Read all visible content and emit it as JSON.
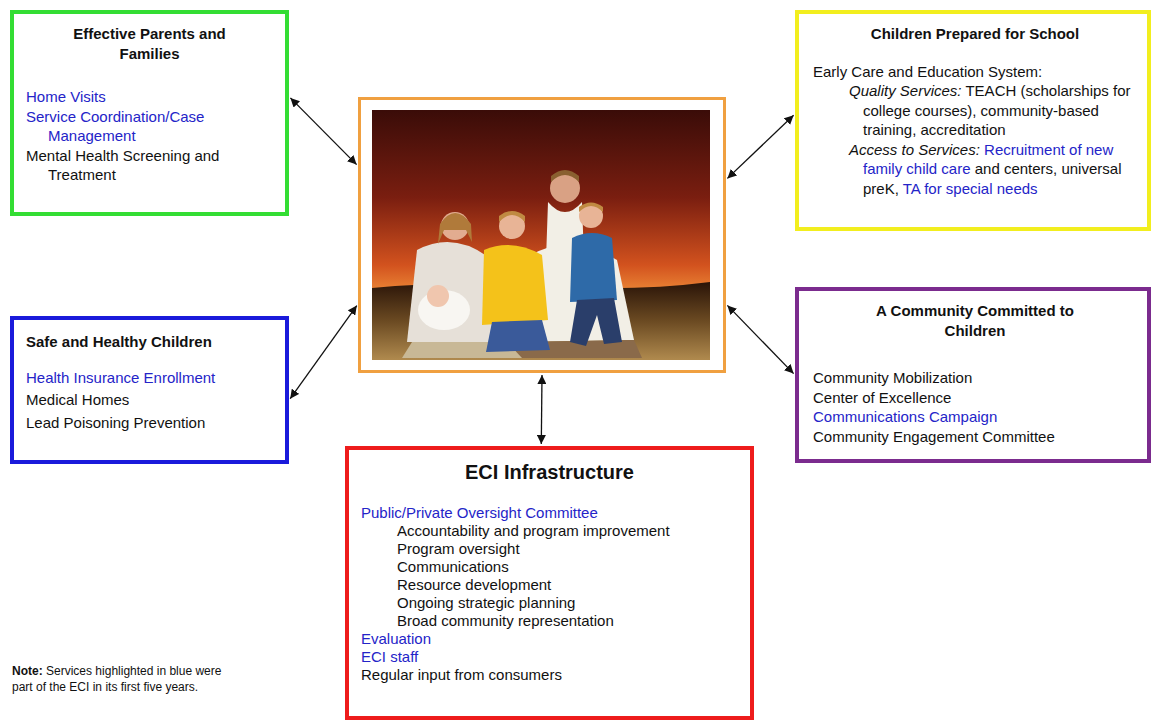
{
  "diagram": {
    "nodes": [
      {
        "text": [
          "Effective Parents and Families",
          "Home Visits",
          "Service Coordination/Case Management",
          "Mental Health Screening and Treatment"
        ]
      },
      {
        "text": []
      },
      {
        "text": [
          "Children Prepared for School",
          "Early Care and Education System:",
          "Quality Services:",
          "TEACH (scholarships for college courses), community-based training, accreditation",
          "Access to Services:",
          "Recruitment of new family child care",
          "and centers, universal preK,",
          "TA for special needs"
        ]
      },
      {
        "text": [
          "Safe and Healthy Children",
          "Health Insurance Enrollment",
          "Medical Homes",
          "Lead Poisoning Prevention"
        ]
      },
      {
        "text": [
          "A Community Committed to Children",
          "Community Mobilization",
          "Center of Excellence",
          "Communications Campaign",
          "Community Engagement Committee"
        ]
      },
      {
        "text": [
          "ECI Infrastructure",
          "Public/Private Oversight Committee",
          "Accountability and program improvement",
          "Program oversight",
          "Communications",
          "Resource development",
          "Ongoing strategic planning",
          "Broad community representation",
          "Evaluation",
          "ECI staff",
          "Regular input from consumers"
        ]
      }
    ],
    "edges": [
      {
        "from": 1,
        "to": 0,
        "arrow": "both"
      },
      {
        "from": 1,
        "to": 2,
        "arrow": "both"
      },
      {
        "from": 1,
        "to": 3,
        "arrow": "both"
      },
      {
        "from": 1,
        "to": 4,
        "arrow": "both"
      },
      {
        "from": 1,
        "to": 5,
        "arrow": "both"
      }
    ],
    "labels": [
      "Note:",
      "Services highlighted in blue were part of the ECI in its first five years."
    ]
  }
}
